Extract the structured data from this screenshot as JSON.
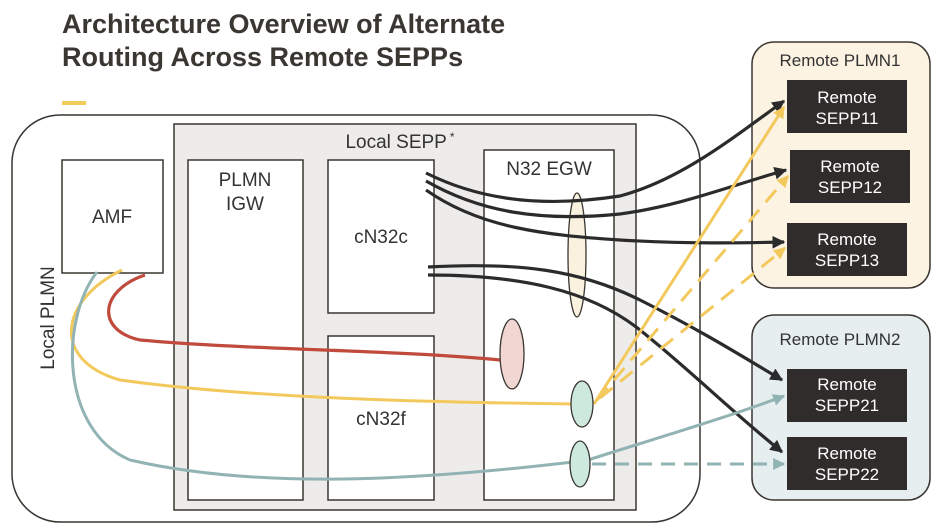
{
  "title": {
    "line1": "Architecture Overview of Alternate",
    "line2": "Routing Across Remote SEPPs"
  },
  "labels": {
    "local_plmn": "Local PLMN",
    "local_sepp": "Local SEPP",
    "local_sepp_mark": "*",
    "amf": "AMF",
    "plmn_igw_line1": "PLMN",
    "plmn_igw_line2": "IGW",
    "cn32c": "cN32c",
    "cn32f": "cN32f",
    "n32_egw": "N32 EGW",
    "remote_plmn1": "Remote PLMN1",
    "remote_plmn2": "Remote PLMN2"
  },
  "remote_sepps": [
    {
      "line1": "Remote",
      "line2": "SEPP11"
    },
    {
      "line1": "Remote",
      "line2": "SEPP12"
    },
    {
      "line1": "Remote",
      "line2": "SEPP13"
    },
    {
      "line1": "Remote",
      "line2": "SEPP21"
    },
    {
      "line1": "Remote",
      "line2": "SEPP22"
    }
  ],
  "colors": {
    "title": "#3a3631",
    "accent_bar": "#f0cc5b",
    "dark_flow": "#2b2b2b",
    "yellow_flow": "#f3c95d",
    "red_flow": "#c04a3c",
    "teal_flow": "#92b3b3",
    "local_sepp_fill": "#eeecea",
    "remote_plmn1_fill": "#fcf3e2",
    "remote_plmn2_fill": "#e7eeef",
    "remote_sepp_fill": "#2f2c2b",
    "egw_pill_fill": "#fbf1df",
    "red_ellipse_fill": "#f2d6d2",
    "green_ellipse_fill": "#cde8dc"
  }
}
